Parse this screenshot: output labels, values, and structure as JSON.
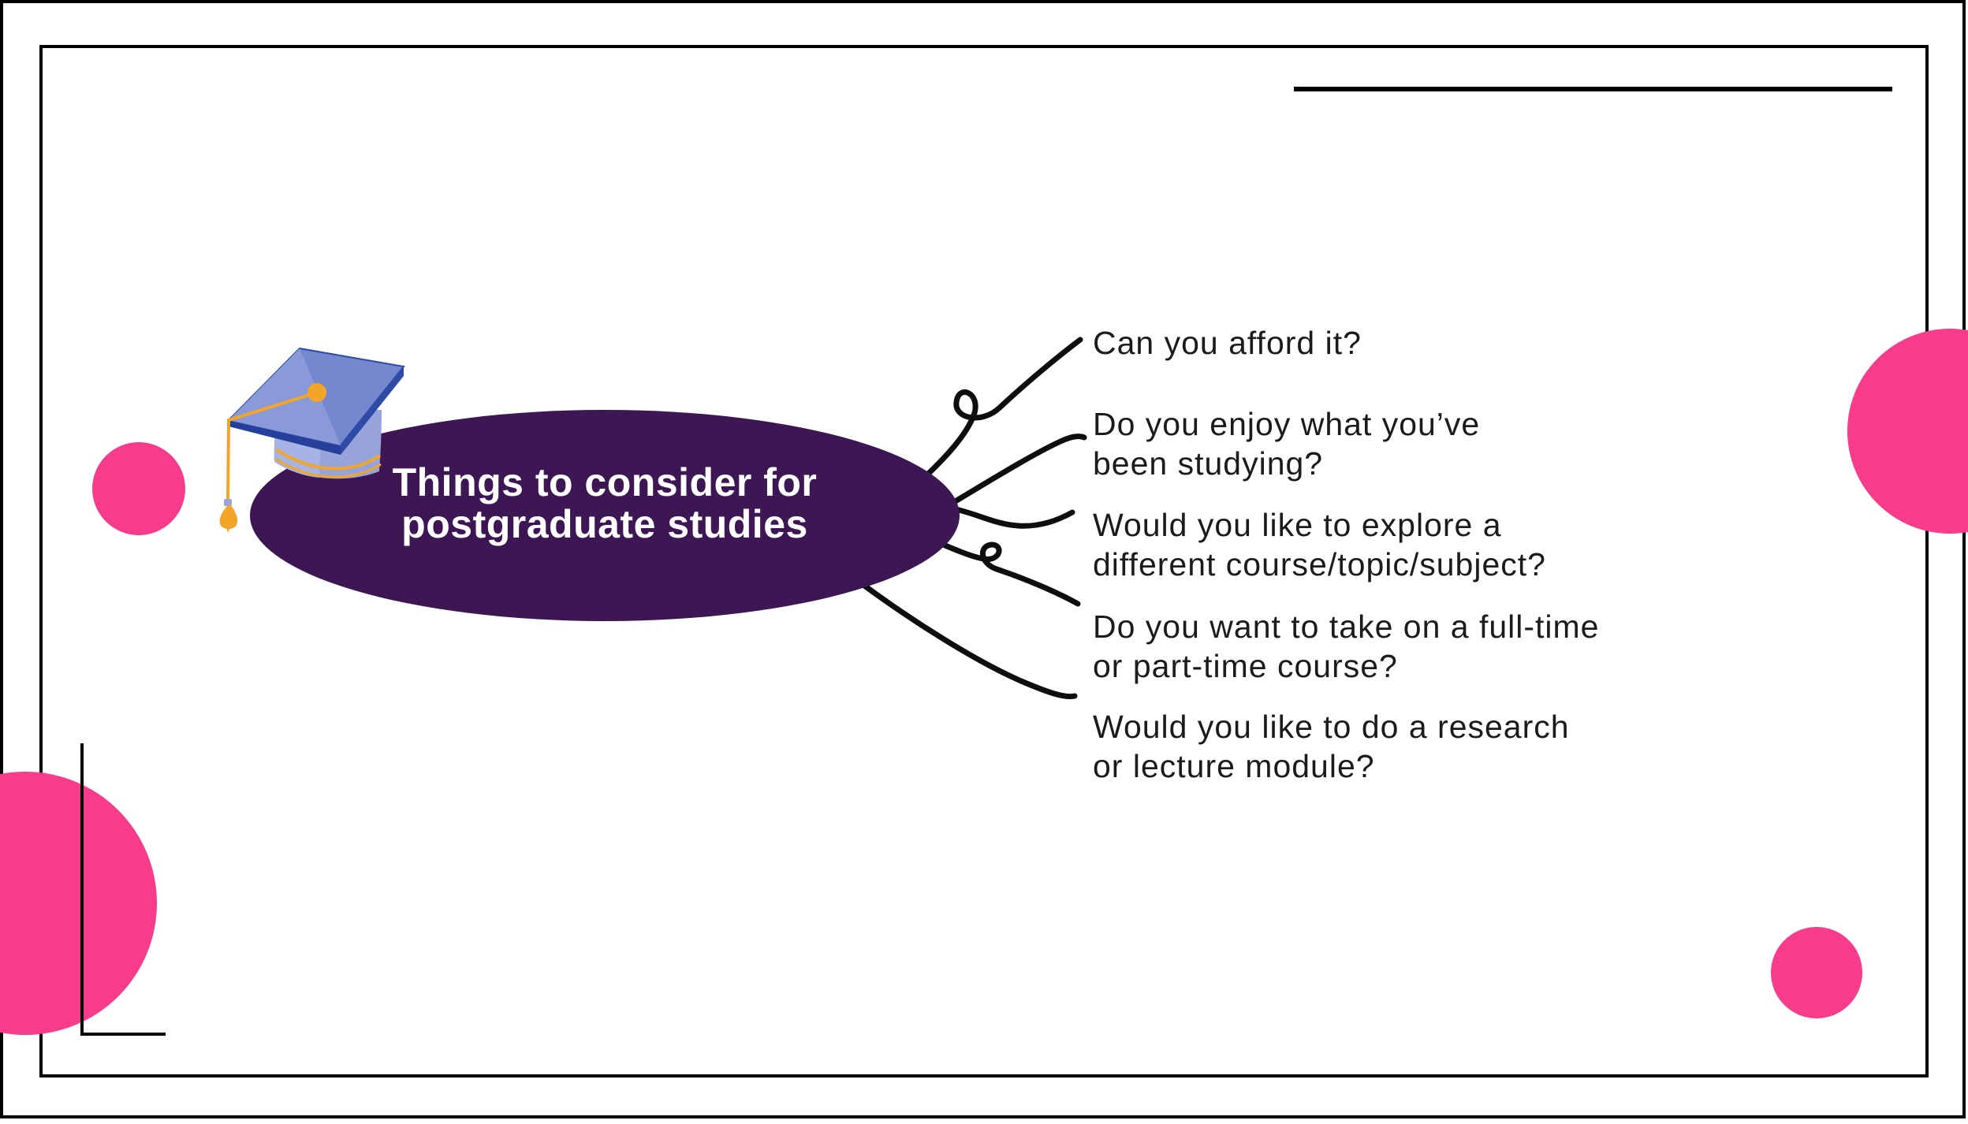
{
  "title": {
    "line1": "Things to consider for",
    "line2": "postgraduate studies"
  },
  "questions": [
    {
      "lines": [
        "Can you afford it?"
      ]
    },
    {
      "lines": [
        "Do you enjoy what you’ve",
        "been studying?"
      ]
    },
    {
      "lines": [
        "Would you like to explore a",
        "different course/topic/subject?"
      ]
    },
    {
      "lines": [
        "Do you want to take on a full-time",
        "or part-time course?"
      ]
    },
    {
      "lines": [
        "Would you like to do a research",
        "or lecture module?"
      ]
    }
  ],
  "icons": {
    "center_icon": "graduation-cap"
  },
  "colors": {
    "ellipse": "#3d1753",
    "pink": "#f73c8c",
    "ink": "#0e0e0e",
    "text": "#1b1b1b",
    "frame": "#000000",
    "cap_blue": "#7587cd",
    "cap_blue_light": "#8a9ad8",
    "cap_navy": "#2e4ba6",
    "cap_navy_dark": "#24409c",
    "cap_band": "#96a4db",
    "cap_band_light": "#a7b3e4",
    "gold": "#f2a527"
  }
}
